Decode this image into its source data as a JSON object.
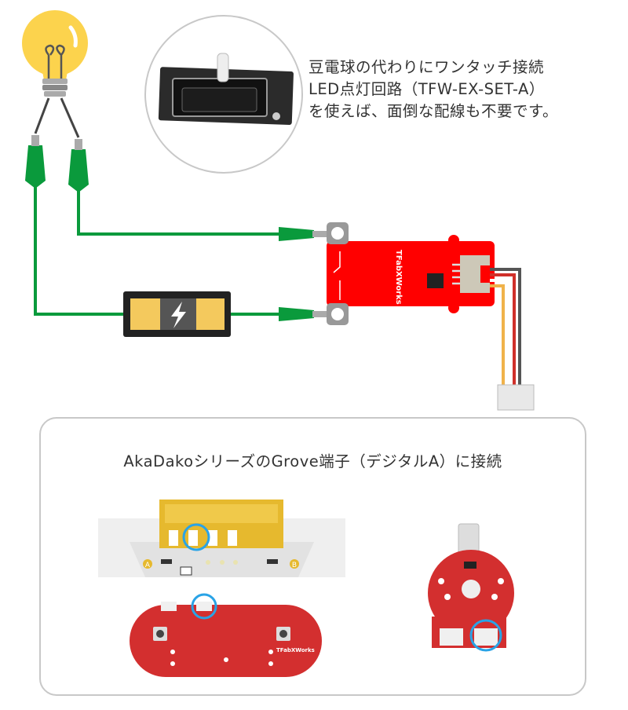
{
  "description": {
    "lines": [
      "豆電球の代わりにワンタッチ接続",
      "LED点灯回路（TFW-EX-SET-A）",
      "を使えば、面倒な配線も不要です。"
    ]
  },
  "panel": {
    "title": "AkaDakoシリーズのGrove端子（デジタルA）に接続"
  },
  "labels": {
    "module_brand": "TFabXWorks",
    "board_a": "A",
    "board_b": "B",
    "oval_brand": "TFabXWorks"
  },
  "colors": {
    "wire_green": "#0a9a3c",
    "module_red": "#ff0000",
    "board_red": "#d32f2f",
    "battery_yellow": "#f4c95d",
    "highlight_blue": "#29a3e6"
  }
}
